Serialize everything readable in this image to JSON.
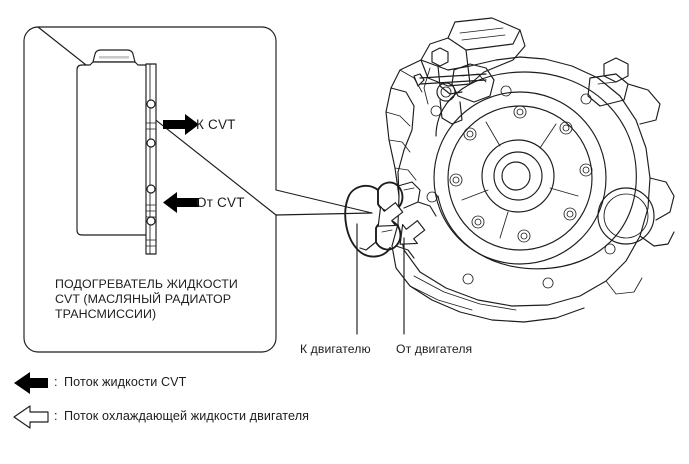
{
  "figure": {
    "type": "technical-line-diagram",
    "subject": "CVT fluid warmer / transmission oil cooler and CVT transaxle",
    "background_color": "#ffffff",
    "line_color": "#1d1d1d"
  },
  "detail_box": {
    "caption_lines": [
      "ПОДОГРЕВАТЕЛЬ ЖИДКОСТИ",
      "CVT (МАСЛЯНЫЙ РАДИАТОР",
      "ТРАНСМИССИИ)"
    ],
    "ports": [
      {
        "id": "to-cvt",
        "label": "К CVT",
        "arrow_direction": "right",
        "arrow_style": "solid"
      },
      {
        "id": "from-cvt",
        "label": "От CVT",
        "arrow_direction": "left",
        "arrow_style": "solid"
      }
    ]
  },
  "transaxle": {
    "callouts": [
      {
        "id": "to-engine",
        "label": "К двигателю",
        "arrow_style": "hollow"
      },
      {
        "id": "from-engine",
        "label": "От двигателя",
        "arrow_style": "hollow"
      }
    ]
  },
  "legend": {
    "items": [
      {
        "id": "cvt-fluid-flow",
        "separator": ":",
        "label": "Поток жидкости CVT",
        "arrow_style": "solid",
        "arrow_direction": "left",
        "color": "#000000"
      },
      {
        "id": "engine-coolant-flow",
        "separator": ":",
        "label": "Поток охлаждающей жидкости двигателя",
        "arrow_style": "hollow",
        "arrow_direction": "left",
        "color": "#ffffff"
      }
    ]
  }
}
